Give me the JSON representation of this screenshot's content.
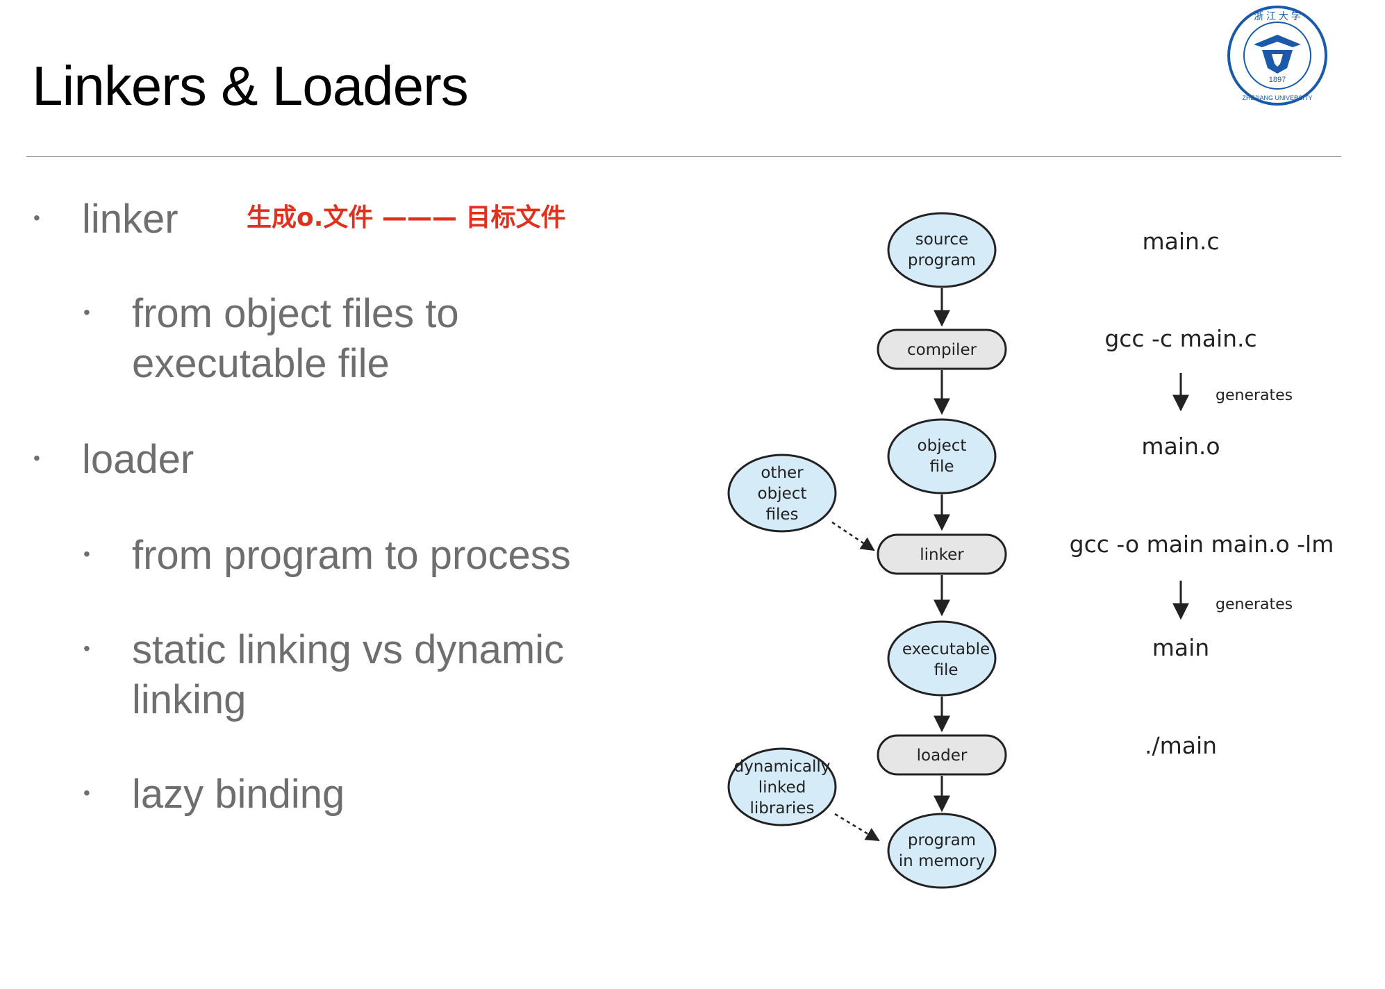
{
  "slide": {
    "title": "Linkers & Loaders"
  },
  "annotation": "生成o.文件 ——— 目标文件",
  "bullets": [
    {
      "text": "linker",
      "level": 1
    },
    {
      "text": "from object files to executable file",
      "level": 2
    },
    {
      "text": "loader",
      "level": 1
    },
    {
      "text": "from program to process",
      "level": 2
    },
    {
      "text": "static linking vs dynamic linking",
      "level": 2
    },
    {
      "text": "lazy binding",
      "level": 2
    }
  ],
  "logo": {
    "text_top": "浙 江 大 学",
    "year": "1897",
    "text_bottom": "ZHEJIANG UNIVERSITY",
    "color": "#1a5aa8"
  },
  "diagram": {
    "nodes": {
      "source_program": [
        "source",
        "program"
      ],
      "compiler": "compiler",
      "object_file": [
        "object",
        "file"
      ],
      "other_object_files": [
        "other",
        "object",
        "files"
      ],
      "linker": "linker",
      "executable_file": [
        "executable",
        "file"
      ],
      "loader": "loader",
      "dynamically_linked_libraries": [
        "dynamically",
        "linked",
        "libraries"
      ],
      "program_in_memory": [
        "program",
        "in memory"
      ]
    },
    "commands": {
      "source": "main.c",
      "compile": "gcc -c main.c",
      "object": "main.o",
      "link": "gcc -o main main.o -lm",
      "executable": "main",
      "run": "./main"
    },
    "generates_label": "generates",
    "colors": {
      "ellipse_fill": "#d6ebf8",
      "box_fill": "#e6e6e6",
      "stroke": "#222222"
    }
  }
}
